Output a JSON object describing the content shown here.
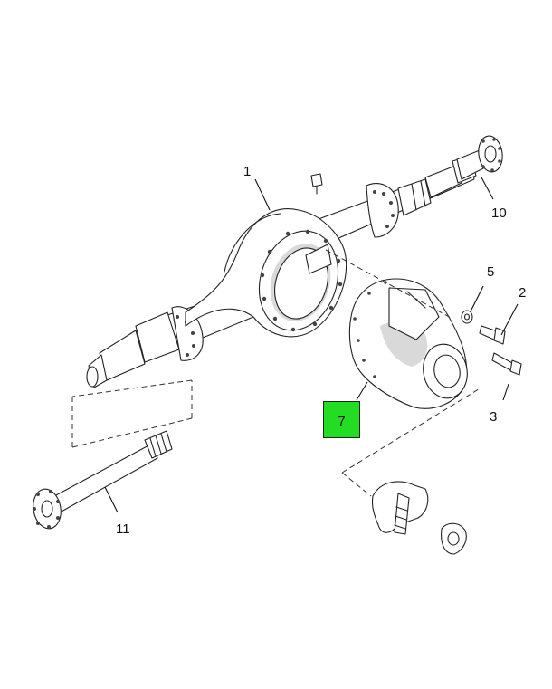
{
  "highlight_color": "#22dd22",
  "callouts": {
    "c1": "1",
    "c2": "2",
    "c3": "3",
    "c5": "5",
    "c7": "7",
    "c10": "10",
    "c11": "11"
  }
}
